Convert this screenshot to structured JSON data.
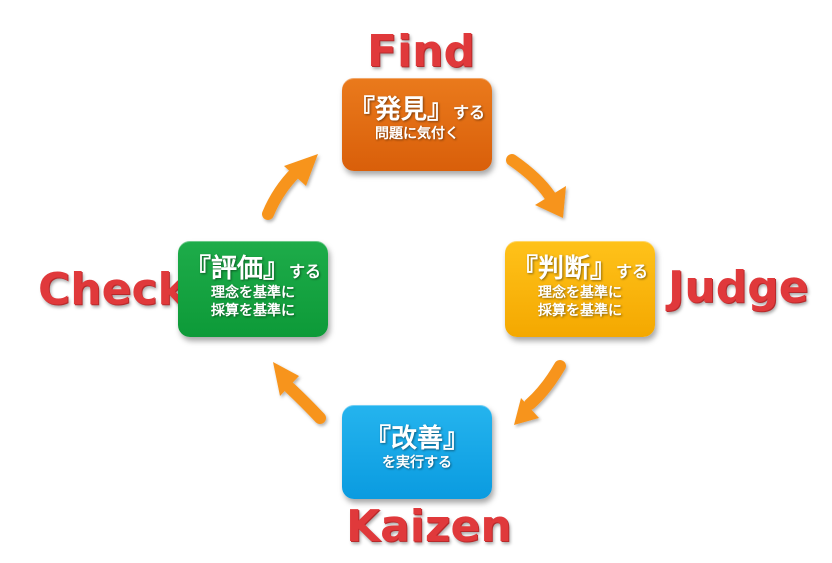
{
  "cycle": {
    "find": {
      "label": "Find",
      "title_main": "『発見』",
      "title_suffix": "する",
      "desc": [
        "問題に気付く"
      ]
    },
    "judge": {
      "label": "Judge",
      "title_main": "『判断』",
      "title_suffix": "する",
      "desc": [
        "理念を基準に",
        "採算を基準に"
      ]
    },
    "kaizen": {
      "label": "Kaizen",
      "title_main": "『改善』",
      "title_suffix": "",
      "desc": [
        "を実行する"
      ]
    },
    "check": {
      "label": "Check",
      "title_main": "『評価』",
      "title_suffix": "する",
      "desc": [
        "理念を基準に",
        "採算を基準に"
      ]
    }
  },
  "colors": {
    "label_text": "#e0393b",
    "arrow": "#f7941d",
    "find_box": "#e06a12",
    "judge_box": "#f9b50c",
    "kaizen_box": "#15a8ea",
    "check_box": "#16a442"
  }
}
